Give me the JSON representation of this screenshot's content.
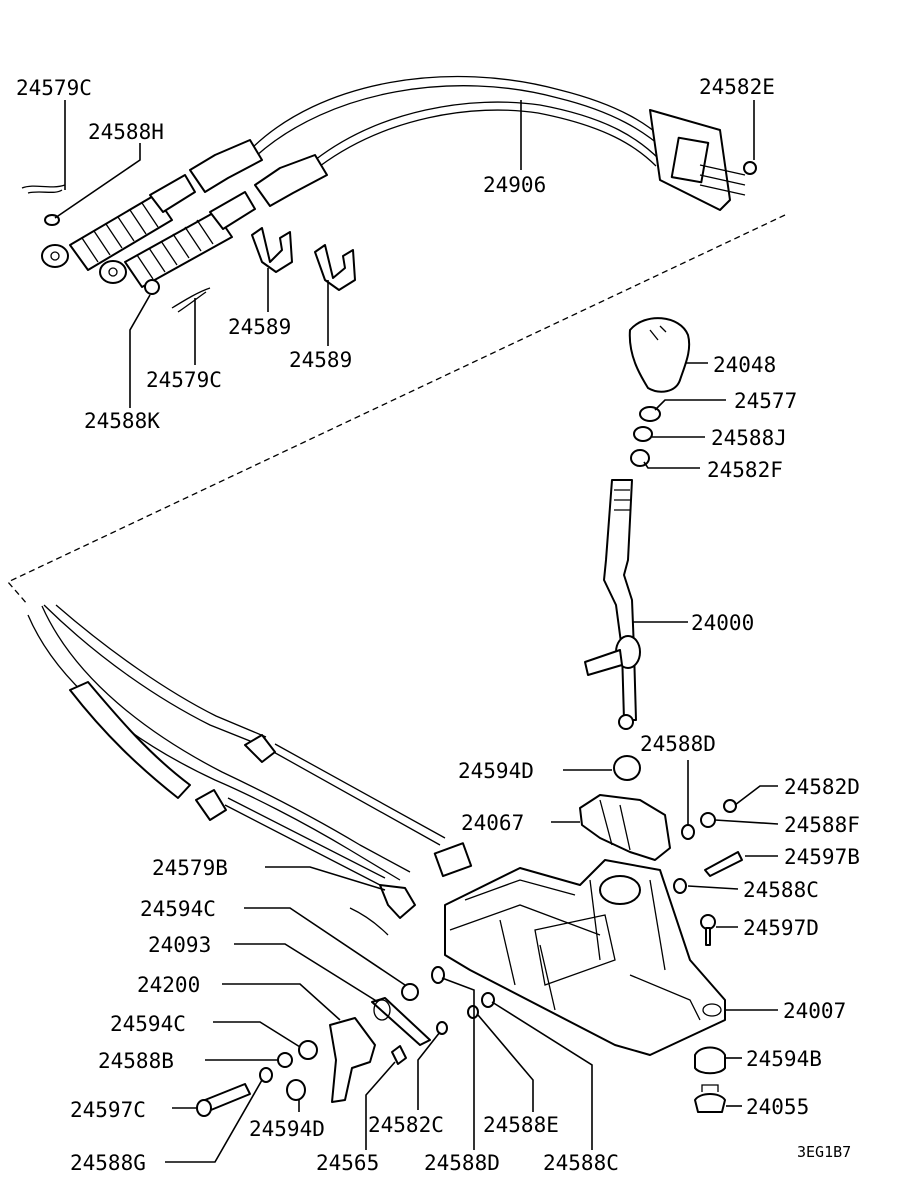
{
  "diagram": {
    "drawing_code": "3EG1B7",
    "labels": {
      "p24579C_a": "24579C",
      "p24588H": "24588H",
      "p24582E": "24582E",
      "p24906": "24906",
      "p24589_a": "24589",
      "p24589_b": "24589",
      "p24579C_b": "24579C",
      "p24588K": "24588K",
      "p24048": "24048",
      "p24577": "24577",
      "p24588J": "24588J",
      "p24582F": "24582F",
      "p24000": "24000",
      "p24588D_a": "24588D",
      "p24594D_a": "24594D",
      "p24582D": "24582D",
      "p24067": "24067",
      "p24588F": "24588F",
      "p24597B": "24597B",
      "p24579B": "24579B",
      "p24588C_a": "24588C",
      "p24594C_a": "24594C",
      "p24597D": "24597D",
      "p24093": "24093",
      "p24200": "24200",
      "p24007": "24007",
      "p24594C_b": "24594C",
      "p24588B": "24588B",
      "p24594B": "24594B",
      "p24597C": "24597C",
      "p24055": "24055",
      "p24594D_b": "24594D",
      "p24582C": "24582C",
      "p24588E": "24588E",
      "p24588G": "24588G",
      "p24565": "24565",
      "p24588D_b": "24588D",
      "p24588C_b": "24588C"
    }
  }
}
